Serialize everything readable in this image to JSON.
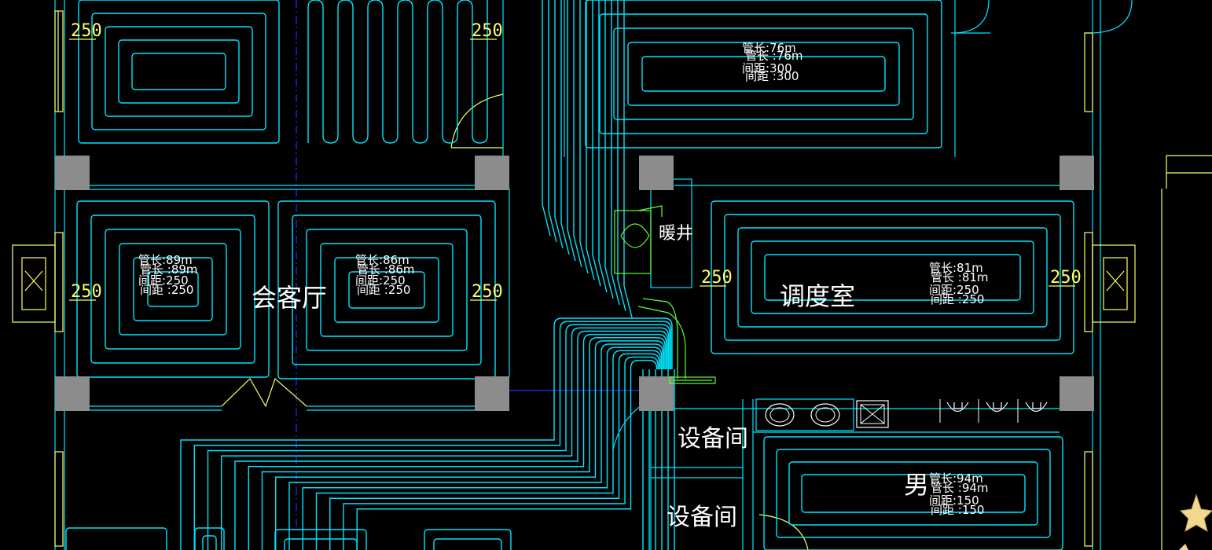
{
  "colors": {
    "background": "#000000",
    "pipe": "#00e5ff",
    "wall": "#00e5ff",
    "window": "#ffff66",
    "dimension": "#ffff66",
    "manifold": "#66ff33",
    "axis": "#2233ff",
    "column": "#8c8c8c",
    "text": "#ffffff"
  },
  "rooms": {
    "reception": "会客厅",
    "dispatch": "调度室",
    "equipment1": "设备间",
    "equipment2": "设备间",
    "heating_shaft": "暖井",
    "mens_wc": "男"
  },
  "dimensions": [
    "250",
    "250",
    "250",
    "250",
    "250",
    "250"
  ],
  "loops": [
    {
      "length_a": "管长:76m",
      "length_b": "管长 :76m",
      "spacing_a": "间距:300",
      "spacing_b": "间距 :300"
    },
    {
      "length_a": "管长:89m",
      "length_b": "管长 :89m",
      "spacing_a": "间距:250",
      "spacing_b": "间距 :250"
    },
    {
      "length_a": "管长:86m",
      "length_b": "管长 :86m",
      "spacing_a": "间距:250",
      "spacing_b": "间距 :250"
    },
    {
      "length_a": "管长:81m",
      "length_b": "管长 :81m",
      "spacing_a": "间距:250",
      "spacing_b": "间距 :250"
    },
    {
      "length_a": "管长:94m",
      "length_b": "管长 :94m",
      "spacing_a": "间距:150",
      "spacing_b": "间距 :150"
    }
  ],
  "icons": {
    "window": "window-symbol-icon",
    "door": "door-swing-icon",
    "washbasin": "washbasin-icon",
    "floor_drain": "floor-drain-icon",
    "urinal": "urinal-icon",
    "manifold": "manifold-icon",
    "star": "star-icon"
  }
}
